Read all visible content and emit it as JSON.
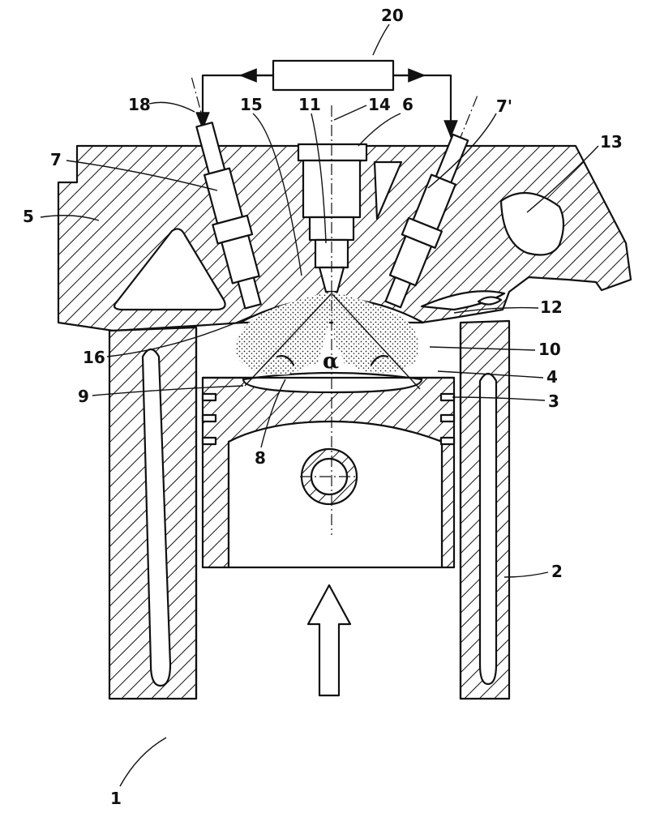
{
  "labels": {
    "l20": "20",
    "l18": "18",
    "l15": "15",
    "l11": "11",
    "l14": "14",
    "l6": "6",
    "l7": "7",
    "l7p": "7'",
    "l13": "13",
    "l5": "5",
    "l12": "12",
    "l16": "16",
    "l10": "10",
    "l4": "4",
    "l9": "9",
    "l3": "3",
    "l8": "8",
    "l2": "2",
    "l1": "1",
    "alpha": "α"
  }
}
